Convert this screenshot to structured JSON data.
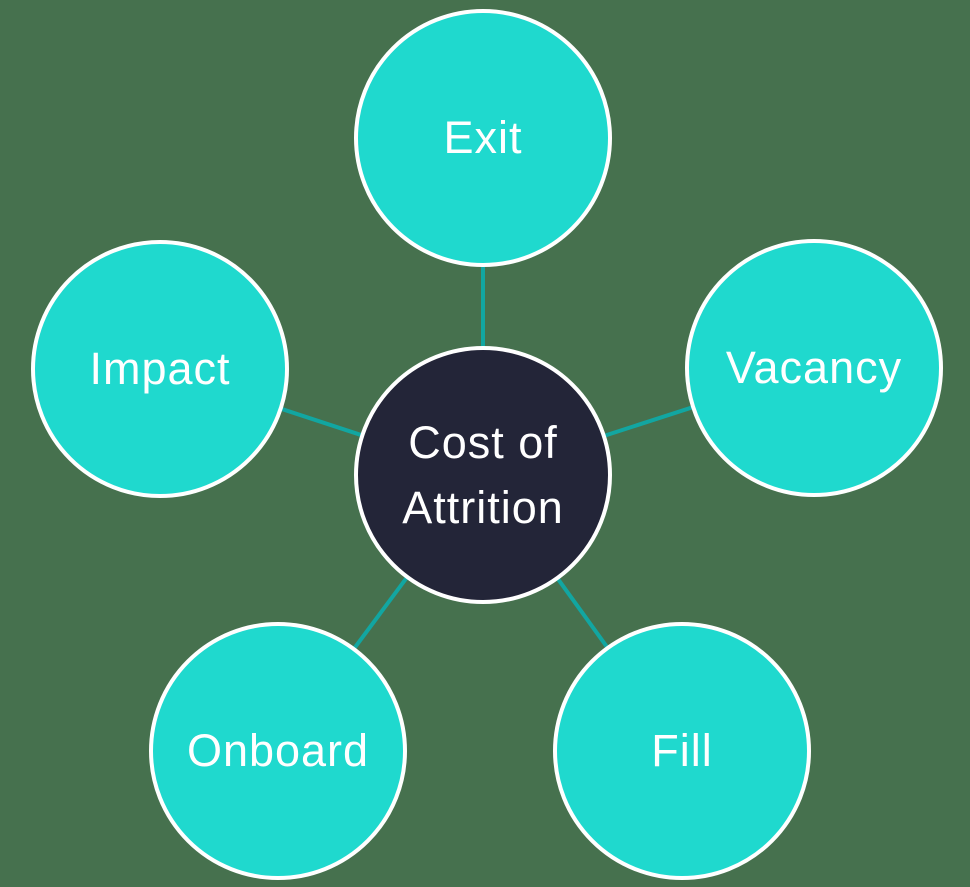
{
  "diagram": {
    "type": "hub-and-spoke",
    "center": {
      "label": "Cost of Attrition"
    },
    "nodes": [
      {
        "label": "Exit",
        "position": "top"
      },
      {
        "label": "Vacancy",
        "position": "upper-right"
      },
      {
        "label": "Fill",
        "position": "lower-right"
      },
      {
        "label": "Onboard",
        "position": "lower-left"
      },
      {
        "label": "Impact",
        "position": "upper-left"
      }
    ]
  },
  "colors": {
    "background": "#46714E",
    "node_fill": "#1FD9CE",
    "center_fill": "#232538",
    "connector": "#12A6A1",
    "node_text": "#FFFFFF",
    "node_border": "#FFFFFF"
  }
}
